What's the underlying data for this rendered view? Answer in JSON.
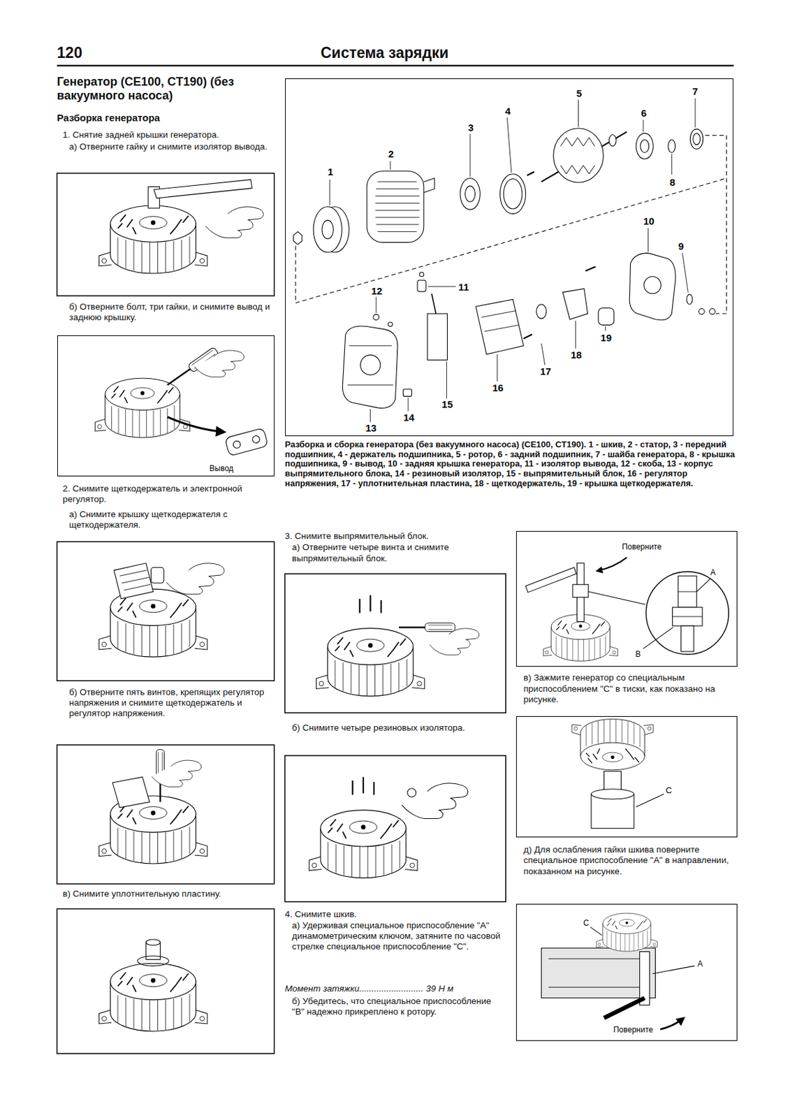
{
  "diagram": {
    "title": "Система зарядки",
    "caption": "Разборка и сборка генератора (без вакуумного насоса) (CE100, CT190). 1 - шкив, 2 - статор, 3 - передний подшипник, 4 - держатель подшипника, 5 - ротор, 6 - задний подшипник, 7 - шайба генератора, 8 - крышка подшипника, 9 - вывод, 10 - задняя крышка генератора, 11 - изолятор вывода, 12 - скоба, 13 - корпус выпрямительного блока, 14 - резиновый изолятор, 15 - выпрямительный блок, 16 - регулятор напряжения, 17 - уплотнительная пластина, 18 - щеткодержатель, 19 - крышка щеткодержателя.",
    "nodes": [
      {
        "text": [
          "1",
          "2",
          "3",
          "4",
          "5",
          "6",
          "7",
          "8",
          "9",
          "10",
          "11",
          "12",
          "13",
          "14",
          "15",
          "16",
          "17",
          "18",
          "19"
        ]
      },
      {
        "text": [
          "Вывод"
        ]
      },
      {
        "text": [
          "Поверните",
          "A",
          "B"
        ]
      },
      {
        "text": [
          "C"
        ]
      },
      {
        "text": [
          "C",
          "A",
          "Поверните"
        ]
      }
    ],
    "labels": [
      "120",
      "Генератор (CE100, CT190) (без вакуумного насоса)",
      "Разборка генератора",
      "1. Снятие задней крышки генератора.",
      "а) Отверните гайку и снимите изолятор вывода.",
      "б) Отверните болт, три гайки, и снимите вывод и заднюю крышку.",
      "2. Снимите щеткодержатель и электронной регулятор.",
      "а) Снимите крышку щеткодержателя с щеткодержателя.",
      "б) Отверните пять винтов, крепящих регулятор напряжения и снимите щеткодержатель и регулятор напряжения.",
      "в) Снимите уплотнительную пластину.",
      "3. Снимите выпрямительный блок.",
      "а) Отверните четыре винта и снимите выпрямительный блок.",
      "б) Снимите четыре резиновых изолятора.",
      "4. Снимите шкив.",
      "а) Удерживая специальное приспособление \"A\" динамометрическим ключом, затяните по часовой стрелке специальное приспособление \"C\".",
      "Момент затяжки.......................... 39 Н м",
      "б) Убедитесь, что специальное приспособление \"B\" надежно прикреплено к ротору.",
      "в) Зажмите генератор со специальным приспособлением \"C\" в тиски, как показано на рисунке.",
      "д) Для ослабления гайки шкива поверните специальное приспособление \"A\" в направлении, показанном на рисунке."
    ]
  }
}
